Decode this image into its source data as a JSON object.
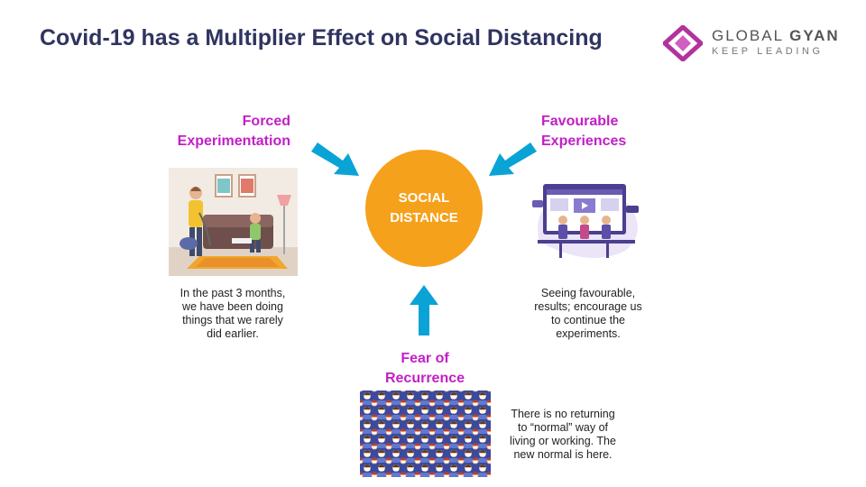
{
  "title": "Covid-19 has a Multiplier Effect on Social Distancing",
  "logo": {
    "brand_light": "GLOBAL",
    "brand_bold": "GYAN",
    "tagline": "KEEP LEADING",
    "icon": "diamond-logo-icon",
    "color": "#b2329e"
  },
  "center": {
    "line1": "SOCIAL",
    "line2": "DISTANCE",
    "color": "#f5a11c"
  },
  "factors": {
    "forced": {
      "heading_line1": "Forced",
      "heading_line2": "Experimentation",
      "description": [
        "In the past 3 months,",
        "we have been doing",
        "things that we rarely",
        "did earlier."
      ]
    },
    "favourable": {
      "heading_line1": "Favourable",
      "heading_line2": "Experiences",
      "description": [
        "Seeing favourable,",
        "results; encourage us",
        "to continue the",
        "experiments."
      ]
    },
    "fear": {
      "heading_line1": "Fear of",
      "heading_line2": "Recurrence",
      "description": [
        "There is no returning",
        "to “normal” way of",
        "living or working. The",
        "new normal is here."
      ]
    }
  },
  "colors": {
    "heading": "#c21fc6",
    "arrow": "#0aa3d6",
    "title": "#2f3460"
  }
}
